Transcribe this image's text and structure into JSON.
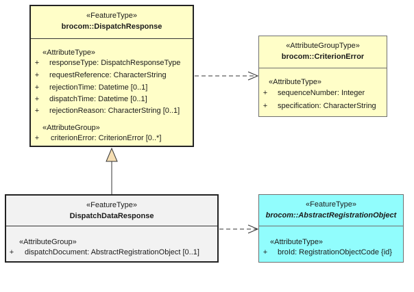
{
  "classes": {
    "dispatch_response": {
      "stereotype": "«FeatureType»",
      "name": "brocom::DispatchResponse",
      "sections": [
        {
          "title": "«AttributeType»",
          "attributes": [
            {
              "vis": "+",
              "text": "responseType: DispatchResponseType"
            },
            {
              "vis": "+",
              "text": "requestReference: CharacterString"
            },
            {
              "vis": "+",
              "text": "rejectionTime: Datetime [0..1]"
            },
            {
              "vis": "+",
              "text": "dispatchTime: Datetime [0..1]"
            },
            {
              "vis": "+",
              "text": "rejectionReason: CharacterString [0..1]"
            }
          ]
        },
        {
          "title": "«AttributeGroup»",
          "attributes": [
            {
              "vis": "+",
              "text": "criterionError: CriterionError [0..*]"
            }
          ]
        }
      ]
    },
    "criterion_error": {
      "stereotype": "«AttributeGroupType»",
      "name": "brocom::CriterionError",
      "sections": [
        {
          "title": "«AttributeType»",
          "attributes": [
            {
              "vis": "+",
              "text": "sequenceNumber: Integer"
            },
            {
              "vis": "+",
              "text": "specification: CharacterString"
            }
          ]
        }
      ]
    },
    "dispatch_data_response": {
      "stereotype": "«FeatureType»",
      "name": "DispatchDataResponse",
      "sections": [
        {
          "title": "«AttributeGroup»",
          "attributes": [
            {
              "vis": "+",
              "text": "dispatchDocument: AbstractRegistrationObject [0..1]"
            }
          ]
        }
      ]
    },
    "abstract_registration_object": {
      "stereotype": "«FeatureType»",
      "name": "brocom::AbstractRegistrationObject",
      "sections": [
        {
          "title": "«AttributeType»",
          "attributes": [
            {
              "vis": "+",
              "text": "broId: RegistrationObjectCode {id}"
            }
          ]
        }
      ]
    }
  },
  "relations": [
    {
      "type": "generalization",
      "from": "DispatchDataResponse",
      "to": "brocom::DispatchResponse"
    },
    {
      "type": "dependency",
      "from": "brocom::DispatchResponse",
      "to": "brocom::CriterionError"
    },
    {
      "type": "dependency",
      "from": "DispatchDataResponse",
      "to": "brocom::AbstractRegistrationObject"
    }
  ],
  "colors": {
    "feature_type_fill": "#fffec8",
    "plain_fill": "#f2f2f2",
    "abstract_fill": "#91fdfd",
    "generalization_arrow_fill": "#f5deb3",
    "line": "#333333"
  }
}
